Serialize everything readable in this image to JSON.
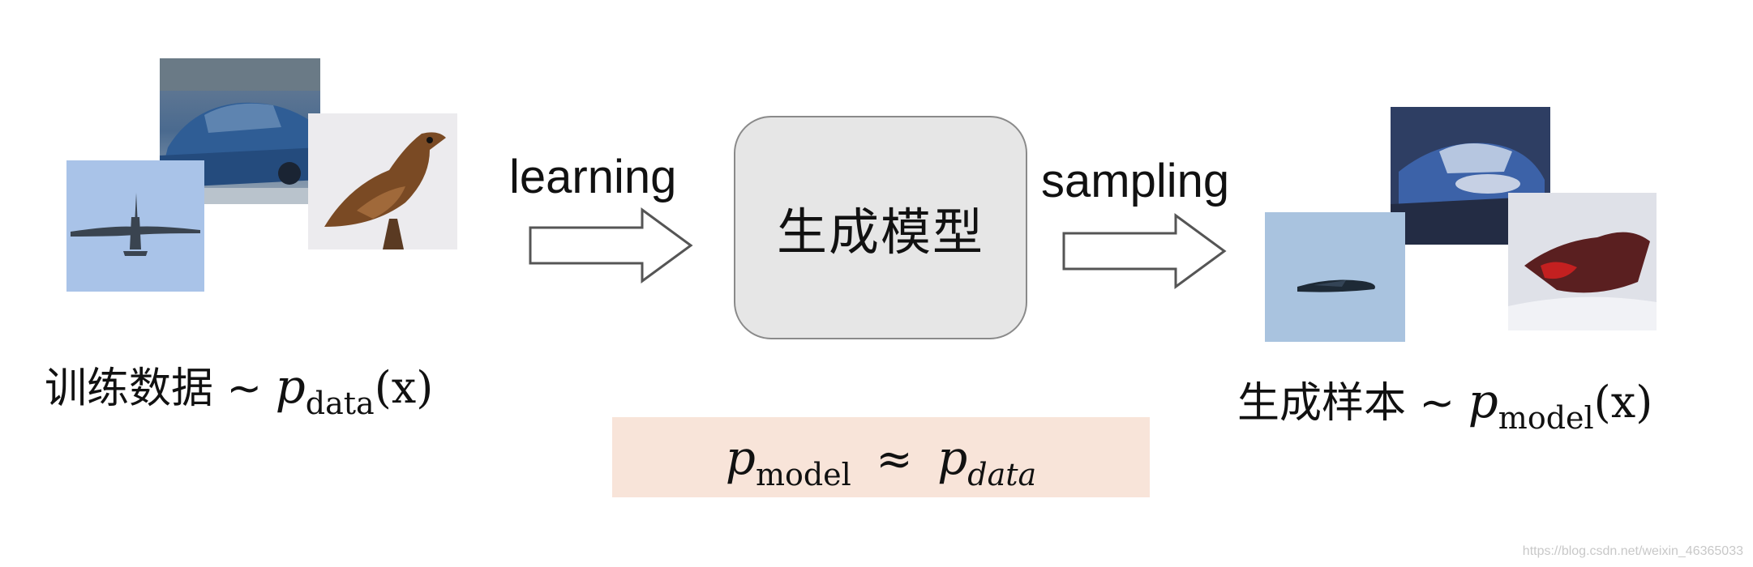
{
  "diagram": {
    "left_caption": {
      "text": "训练数据 ~ ",
      "var": "p",
      "sub": "data",
      "arg": "(x)"
    },
    "right_caption": {
      "text": "生成样本 ~ ",
      "var": "p",
      "sub": "model",
      "arg": "(x)"
    },
    "arrow_learning_label": "learning",
    "arrow_sampling_label": "sampling",
    "model_box_label": "生成模型",
    "formula": {
      "lhs_var": "p",
      "lhs_sub": "model",
      "op": "≈",
      "rhs_var": "p",
      "rhs_sub": "data"
    },
    "watermark": "https://blog.csdn.net/weixin_46365033"
  },
  "colors": {
    "model_box_fill": "#e6e6e6",
    "formula_box_fill": "#f8e4d9"
  }
}
